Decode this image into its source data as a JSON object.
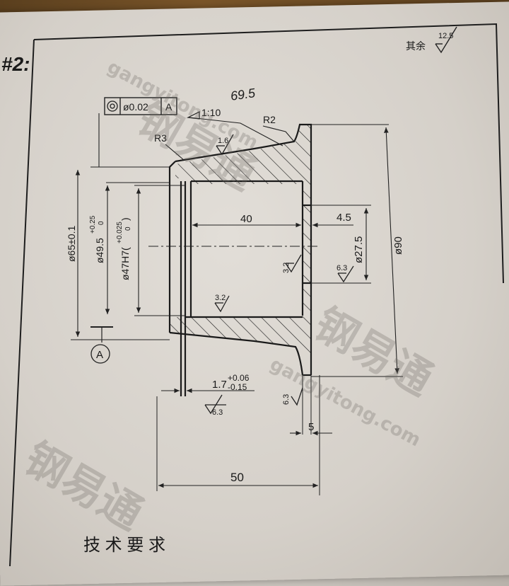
{
  "sheet": {
    "sheet_label": "#2:",
    "roughness_note": "其余",
    "roughness_default": "12.5",
    "tech_requirements_title": "技 术 要 求"
  },
  "tolerance_frame": {
    "symbol": "◎",
    "value": "ø0.02",
    "datum": "A"
  },
  "dimensions": {
    "handwritten_note": "69.5",
    "taper": "1:10",
    "radius_r2": "R2",
    "radius_r3": "R3",
    "rough_1_6": "1.6",
    "len_40": "40",
    "len_4_5": "4.5",
    "dia_27_5": "ø27.5",
    "dia_90": "ø90",
    "dia_65": "ø65±0.1",
    "dia_49_5": "ø49.5",
    "dia_49_5_upper": "+0.25",
    "dia_49_5_lower": "0",
    "dia_47": "ø47H7(",
    "dia_47_upper": "+0.025",
    "dia_47_lower": "0",
    "dia_47_close": ")",
    "rough_3_2_a": "3.2",
    "rough_6_3_a": "6.3",
    "rough_3_2_b": "3.2",
    "thk_1_7": "1.7",
    "thk_1_7_upper": "+0.06",
    "thk_1_7_lower": "-0.15",
    "rough_6_3_b": "6.3",
    "rough_6_3_c": "6.3",
    "len_5": "5",
    "len_50": "50",
    "datum_a": "A"
  },
  "watermark": {
    "text": "钢易通",
    "url": "gangyitong.com"
  }
}
